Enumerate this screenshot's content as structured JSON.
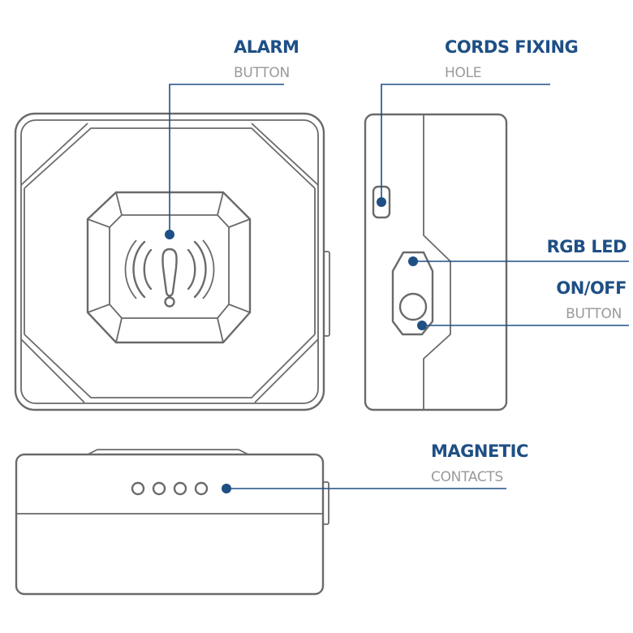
{
  "colors": {
    "accent": "#1e4f85",
    "outline": "#6a6a6a",
    "sublabel": "#9a9a9a"
  },
  "labels": {
    "alarm": {
      "title": "ALARM",
      "subtitle": "BUTTON"
    },
    "cords": {
      "title": "CORDS FIXING",
      "subtitle": "HOLE"
    },
    "rgb": {
      "title": "RGB LED"
    },
    "onoff": {
      "title": "ON/OFF",
      "subtitle": "BUTTON"
    },
    "magnetic": {
      "title": "MAGNETIC",
      "subtitle": "CONTACTS"
    }
  },
  "icons": [
    "alarm-exclamation-icon",
    "power-button-icon",
    "magnetic-contact-pin-icon"
  ]
}
